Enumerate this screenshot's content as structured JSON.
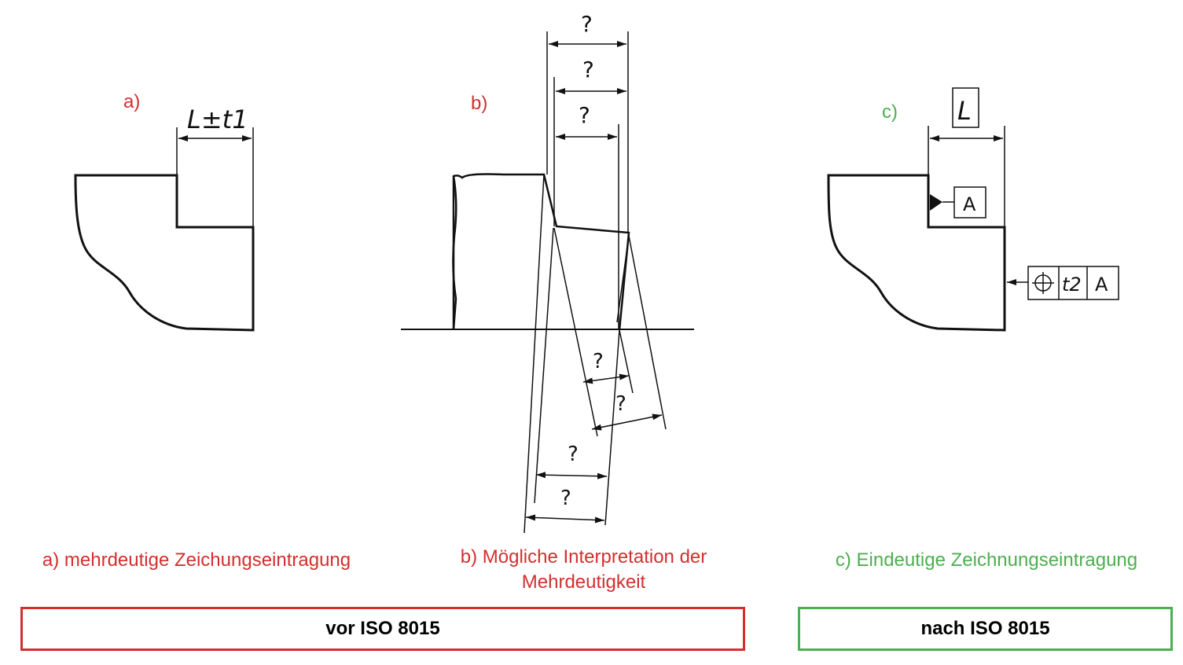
{
  "panels": {
    "a": {
      "letter": "a)",
      "dimension": "L±t1",
      "caption": "a) mehrdeutige Zeichungseintragung"
    },
    "b": {
      "letter": "b)",
      "question_mark": "?",
      "caption_line1": "b) Mögliche Interpretation der",
      "caption_line2": "Mehrdeutigkeit"
    },
    "c": {
      "letter": "c)",
      "dimension": "L",
      "datum": "A",
      "tolerance": "t2",
      "tolerance_datum": "A",
      "position_symbol": "position-icon",
      "caption": "c) Eindeutige Zeichnungseintragung"
    }
  },
  "boxes": {
    "before": {
      "label": "vor ISO 8015",
      "color": "#d32f2f"
    },
    "after": {
      "label": "nach ISO 8015",
      "color": "#4caf50"
    }
  },
  "colors": {
    "before": "#d32f2f",
    "after": "#4caf50",
    "line": "#111111"
  }
}
